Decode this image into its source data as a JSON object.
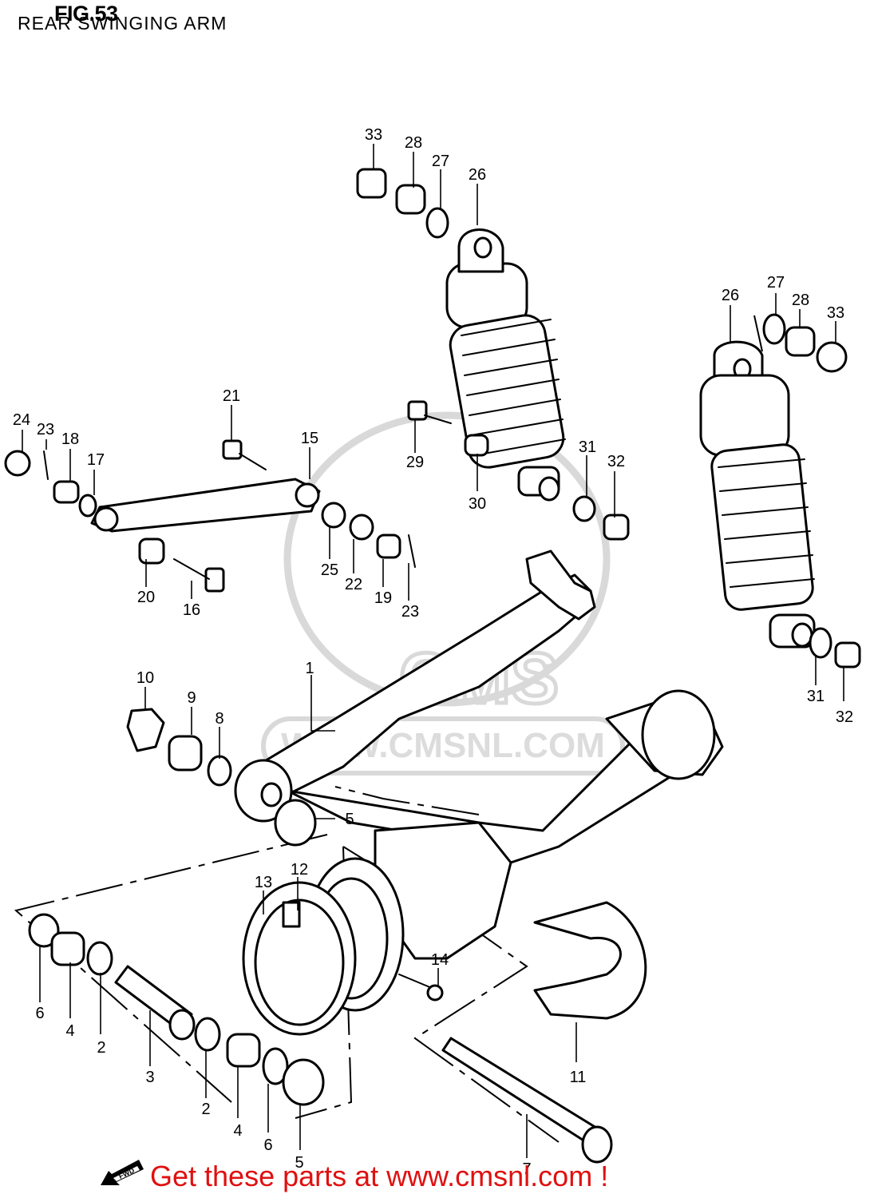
{
  "header": {
    "fig_title": "FIG.53",
    "subtitle": "REAR SWINGING ARM"
  },
  "watermark": {
    "text": "WWW.CMSNL.COM",
    "logo": "CMS",
    "color": "#d9d9d9"
  },
  "footer": {
    "text": "Get these parts at www.cmsnl.com !",
    "color": "#e01010",
    "fwd_label": "FWD"
  },
  "part_labels": [
    "1",
    "2",
    "2",
    "3",
    "4",
    "4",
    "5",
    "5",
    "6",
    "6",
    "7",
    "8",
    "9",
    "10",
    "11",
    "12",
    "13",
    "14",
    "15",
    "16",
    "17",
    "18",
    "19",
    "20",
    "21",
    "22",
    "23",
    "23",
    "24",
    "25",
    "26",
    "26",
    "27",
    "27",
    "28",
    "28",
    "29",
    "30",
    "31",
    "31",
    "32",
    "32",
    "33",
    "33"
  ]
}
